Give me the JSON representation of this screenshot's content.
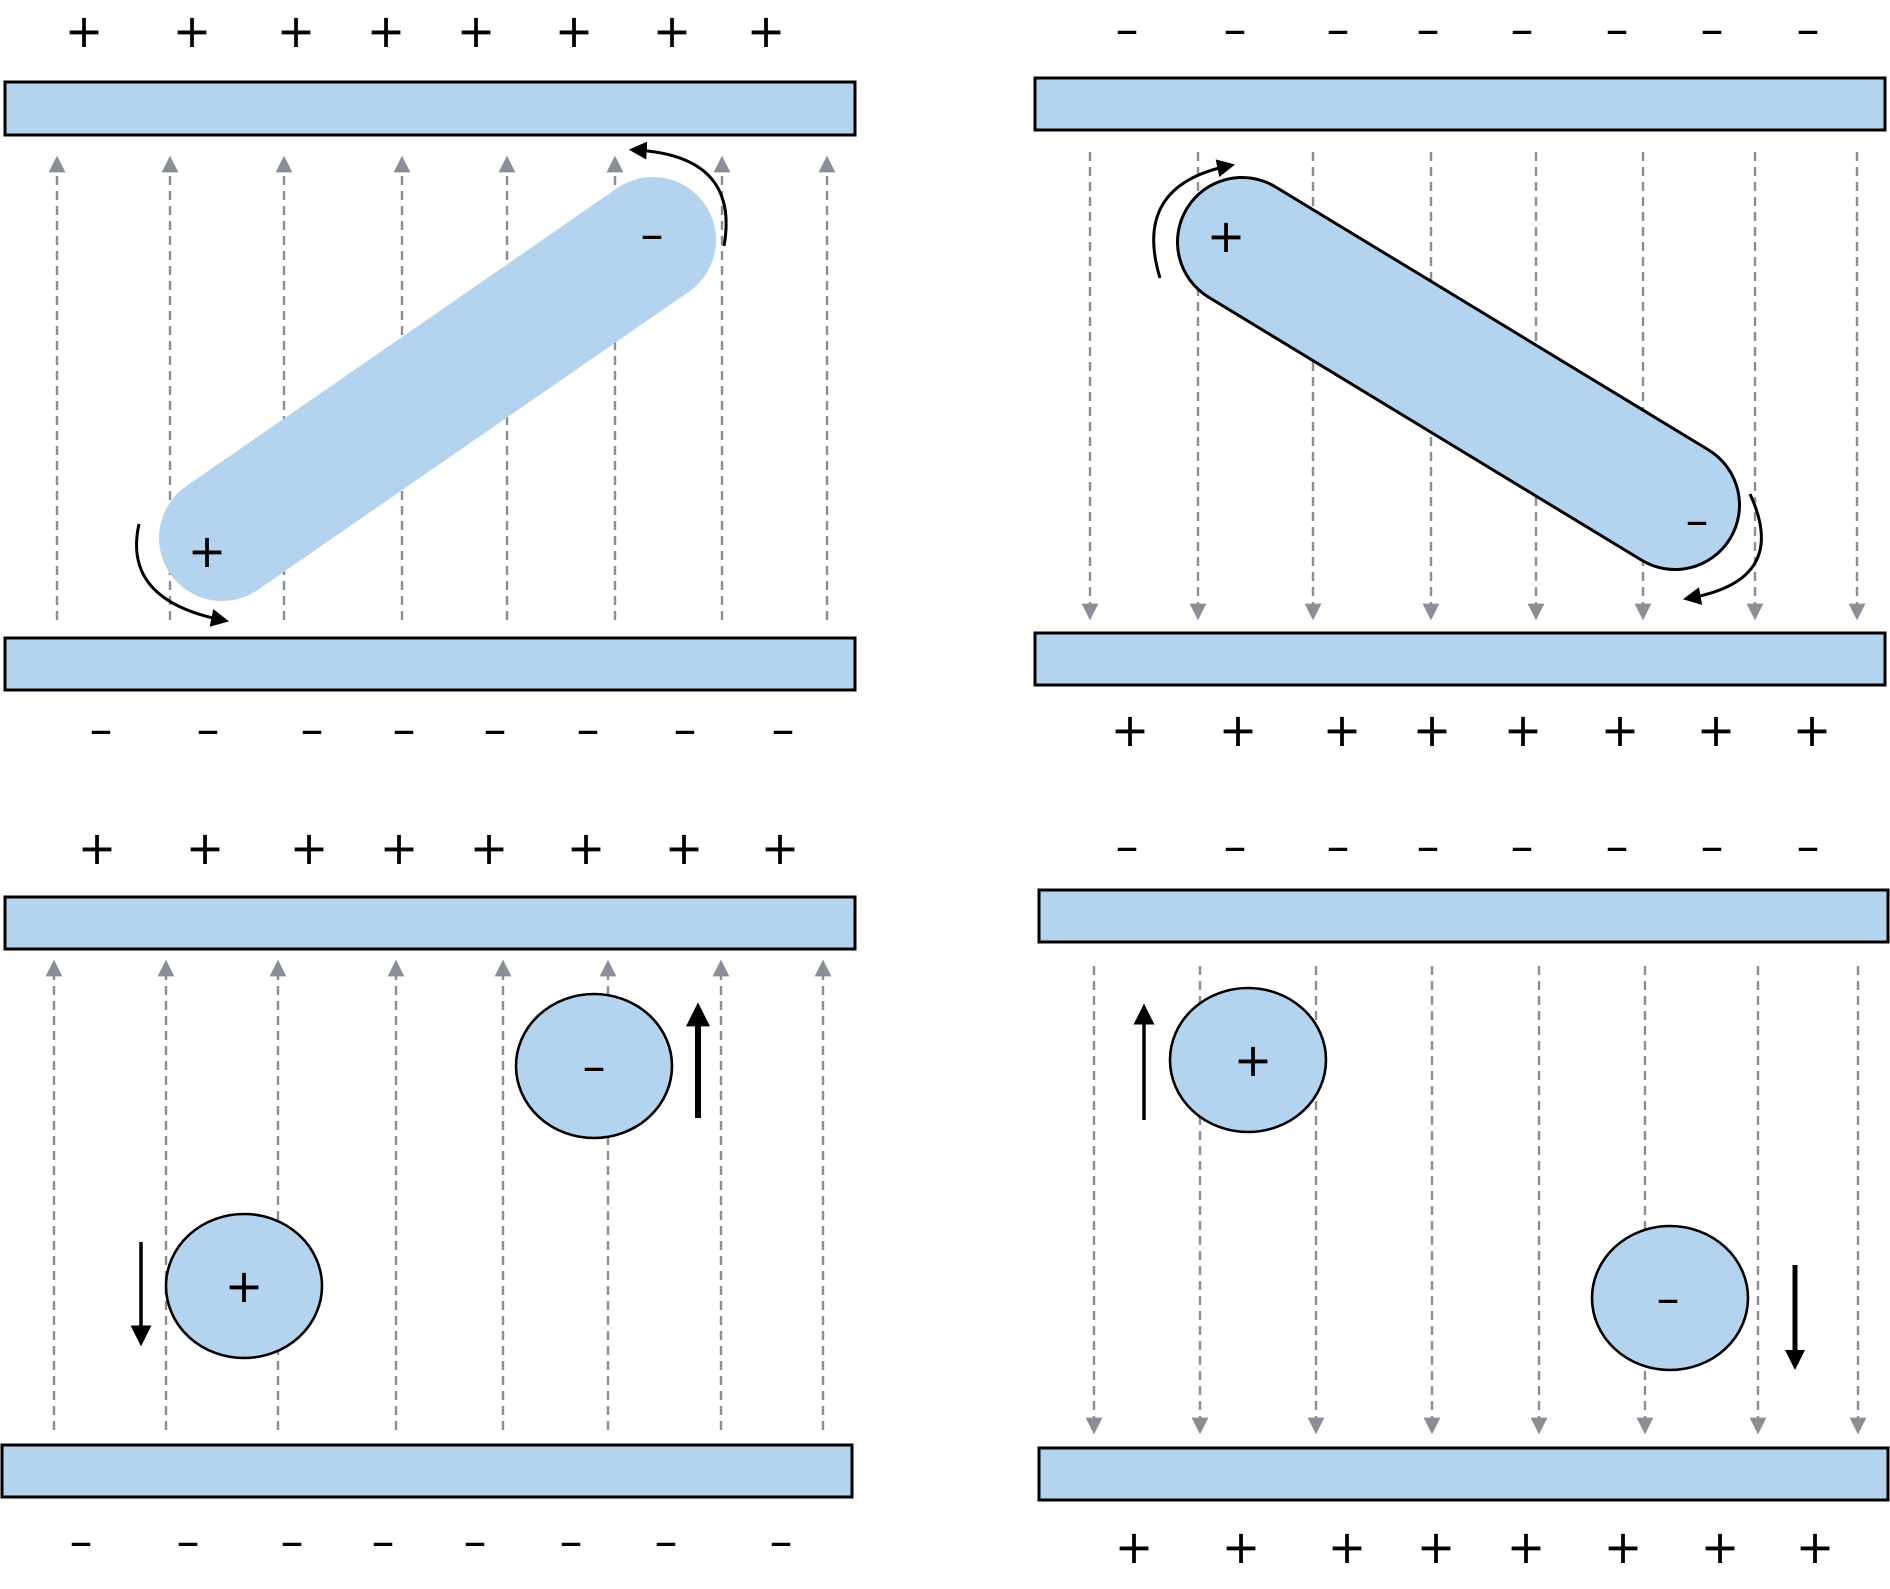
{
  "colors": {
    "plate_fill": "#b4d3ee",
    "particle_fill": "#b4d3ee",
    "field_line": "#8a8e96",
    "outline": "#000000"
  },
  "symbols": {
    "plus": "+",
    "minus": "–"
  },
  "panels": [
    {
      "id": "rod-upward-field",
      "top_plate_sign": "+",
      "bottom_plate_sign": "–",
      "field_direction": "up",
      "particle": "rod",
      "rod_left_end_sign": "+",
      "rod_right_end_sign": "–"
    },
    {
      "id": "rod-downward-field",
      "top_plate_sign": "–",
      "bottom_plate_sign": "+",
      "field_direction": "down",
      "particle": "rod",
      "rod_left_end_sign": "+",
      "rod_right_end_sign": "–"
    },
    {
      "id": "spheres-upward-field",
      "top_plate_sign": "+",
      "bottom_plate_sign": "–",
      "field_direction": "up",
      "particle": "spheres",
      "sphere_a_sign": "–",
      "sphere_a_motion": "up",
      "sphere_b_sign": "+",
      "sphere_b_motion": "down"
    },
    {
      "id": "spheres-downward-field",
      "top_plate_sign": "–",
      "bottom_plate_sign": "+",
      "field_direction": "down",
      "particle": "spheres",
      "sphere_a_sign": "+",
      "sphere_a_motion": "up",
      "sphere_b_sign": "–",
      "sphere_b_motion": "down"
    }
  ]
}
